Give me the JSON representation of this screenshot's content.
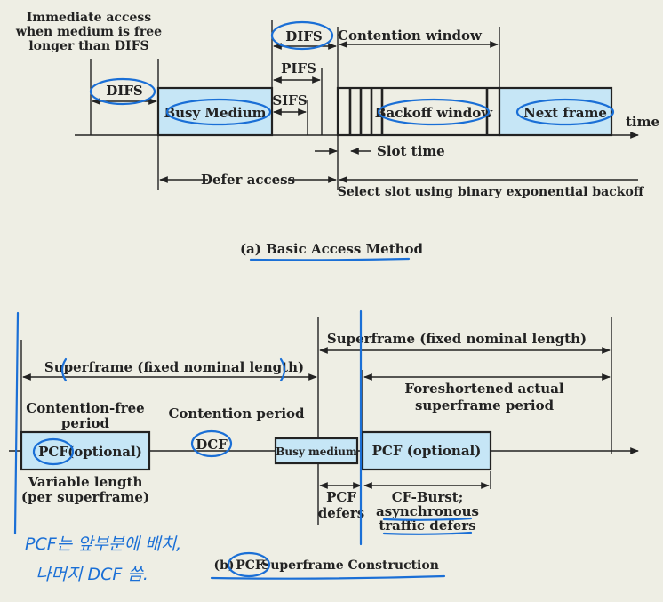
{
  "part_a": {
    "note_line1": "Immediate access",
    "note_line2": "when medium is free",
    "note_line3": "longer than DIFS",
    "difs_left": "DIFS",
    "busy_medium": "Busy Medium",
    "difs_top": "DIFS",
    "pifs": "PIFS",
    "sifs": "SIFS",
    "contention_window": "Contention window",
    "backoff_window": "Backoff window",
    "next_frame": "Next frame",
    "time": "time",
    "slot_time": "Slot time",
    "defer_access": "Defer access",
    "select_slot": "Select slot using binary exponential backoff",
    "caption": "(a) Basic Access Method"
  },
  "part_b": {
    "superframe_top": "Superframe (fixed nominal length)",
    "superframe_left": "Superframe (fixed nominal length)",
    "foreshortened_line1": "Foreshortened actual",
    "foreshortened_line2": "superframe period",
    "cfp_line1": "Contention-free",
    "cfp_line2": "period",
    "contention_period": "Contention period",
    "pcf_optional_a_pcf": "PCF",
    "pcf_optional_a_rest": "(optional)",
    "dcf": "DCF",
    "busy_medium": "Busy medium",
    "pcf_optional_b": "PCF (optional)",
    "variable_length_line1": "Variable length",
    "variable_length_line2": "(per superframe)",
    "pcf_defers_line1": "PCF",
    "pcf_defers_line2": "defers",
    "cf_burst_line1": "CF-Burst;",
    "cf_burst_line2": "asynchronous",
    "cf_burst_line3": "traffic defers",
    "caption_prefix": "(b)",
    "caption_pcf": "PCF",
    "caption_rest": "Superframe Construction"
  },
  "handwriting": {
    "line1": "PCF는 앞부분에 배치,",
    "line2": "나머지 DCF 씀."
  },
  "colors": {
    "background": "#eeeee4",
    "box_fill": "#c6e6f6",
    "pen_blue": "#1a6fd6"
  }
}
